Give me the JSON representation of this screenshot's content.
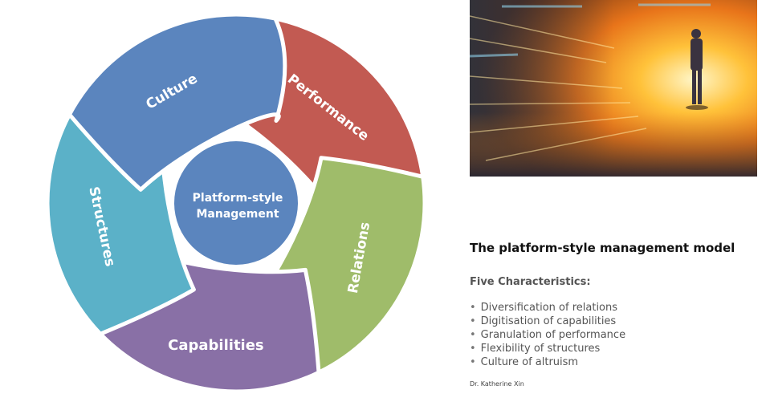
{
  "diagram": {
    "center": {
      "line1": "Platform-style",
      "line2": "Management"
    },
    "segments": [
      {
        "label": "Performance",
        "color": "#c25a52"
      },
      {
        "label": "Relations",
        "color": "#9fbc6a"
      },
      {
        "label": "Capabilities",
        "color": "#8970a6"
      },
      {
        "label": "Structures",
        "color": "#5bb1c8"
      },
      {
        "label": "Culture",
        "color": "#5b85be"
      }
    ],
    "hub_color": "#5b85be"
  },
  "info": {
    "title": "The platform-style management model",
    "subtitle": "Five Characteristics:",
    "items": [
      "Diversification of relations",
      "Digitisation of capabilities",
      "Granulation of performance",
      "Flexibility of structures",
      "Culture of altruism"
    ],
    "author": "Dr. Katherine Xin"
  }
}
